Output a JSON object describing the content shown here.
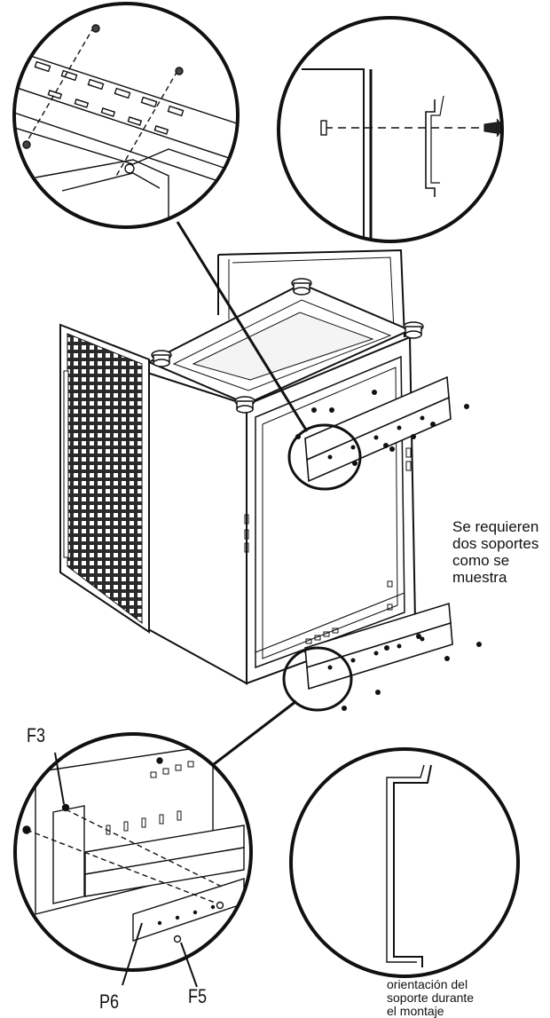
{
  "callouts": {
    "f3": "F3",
    "p6": "P6",
    "f5": "F5"
  },
  "notes": {
    "brackets": [
      "Se requieren",
      "dos soportes",
      "como se",
      "muestra"
    ],
    "orientation": [
      "orientación del",
      "soporte durante",
      "el montaje"
    ]
  },
  "colors": {
    "ink": "#111111",
    "background": "#ffffff"
  }
}
